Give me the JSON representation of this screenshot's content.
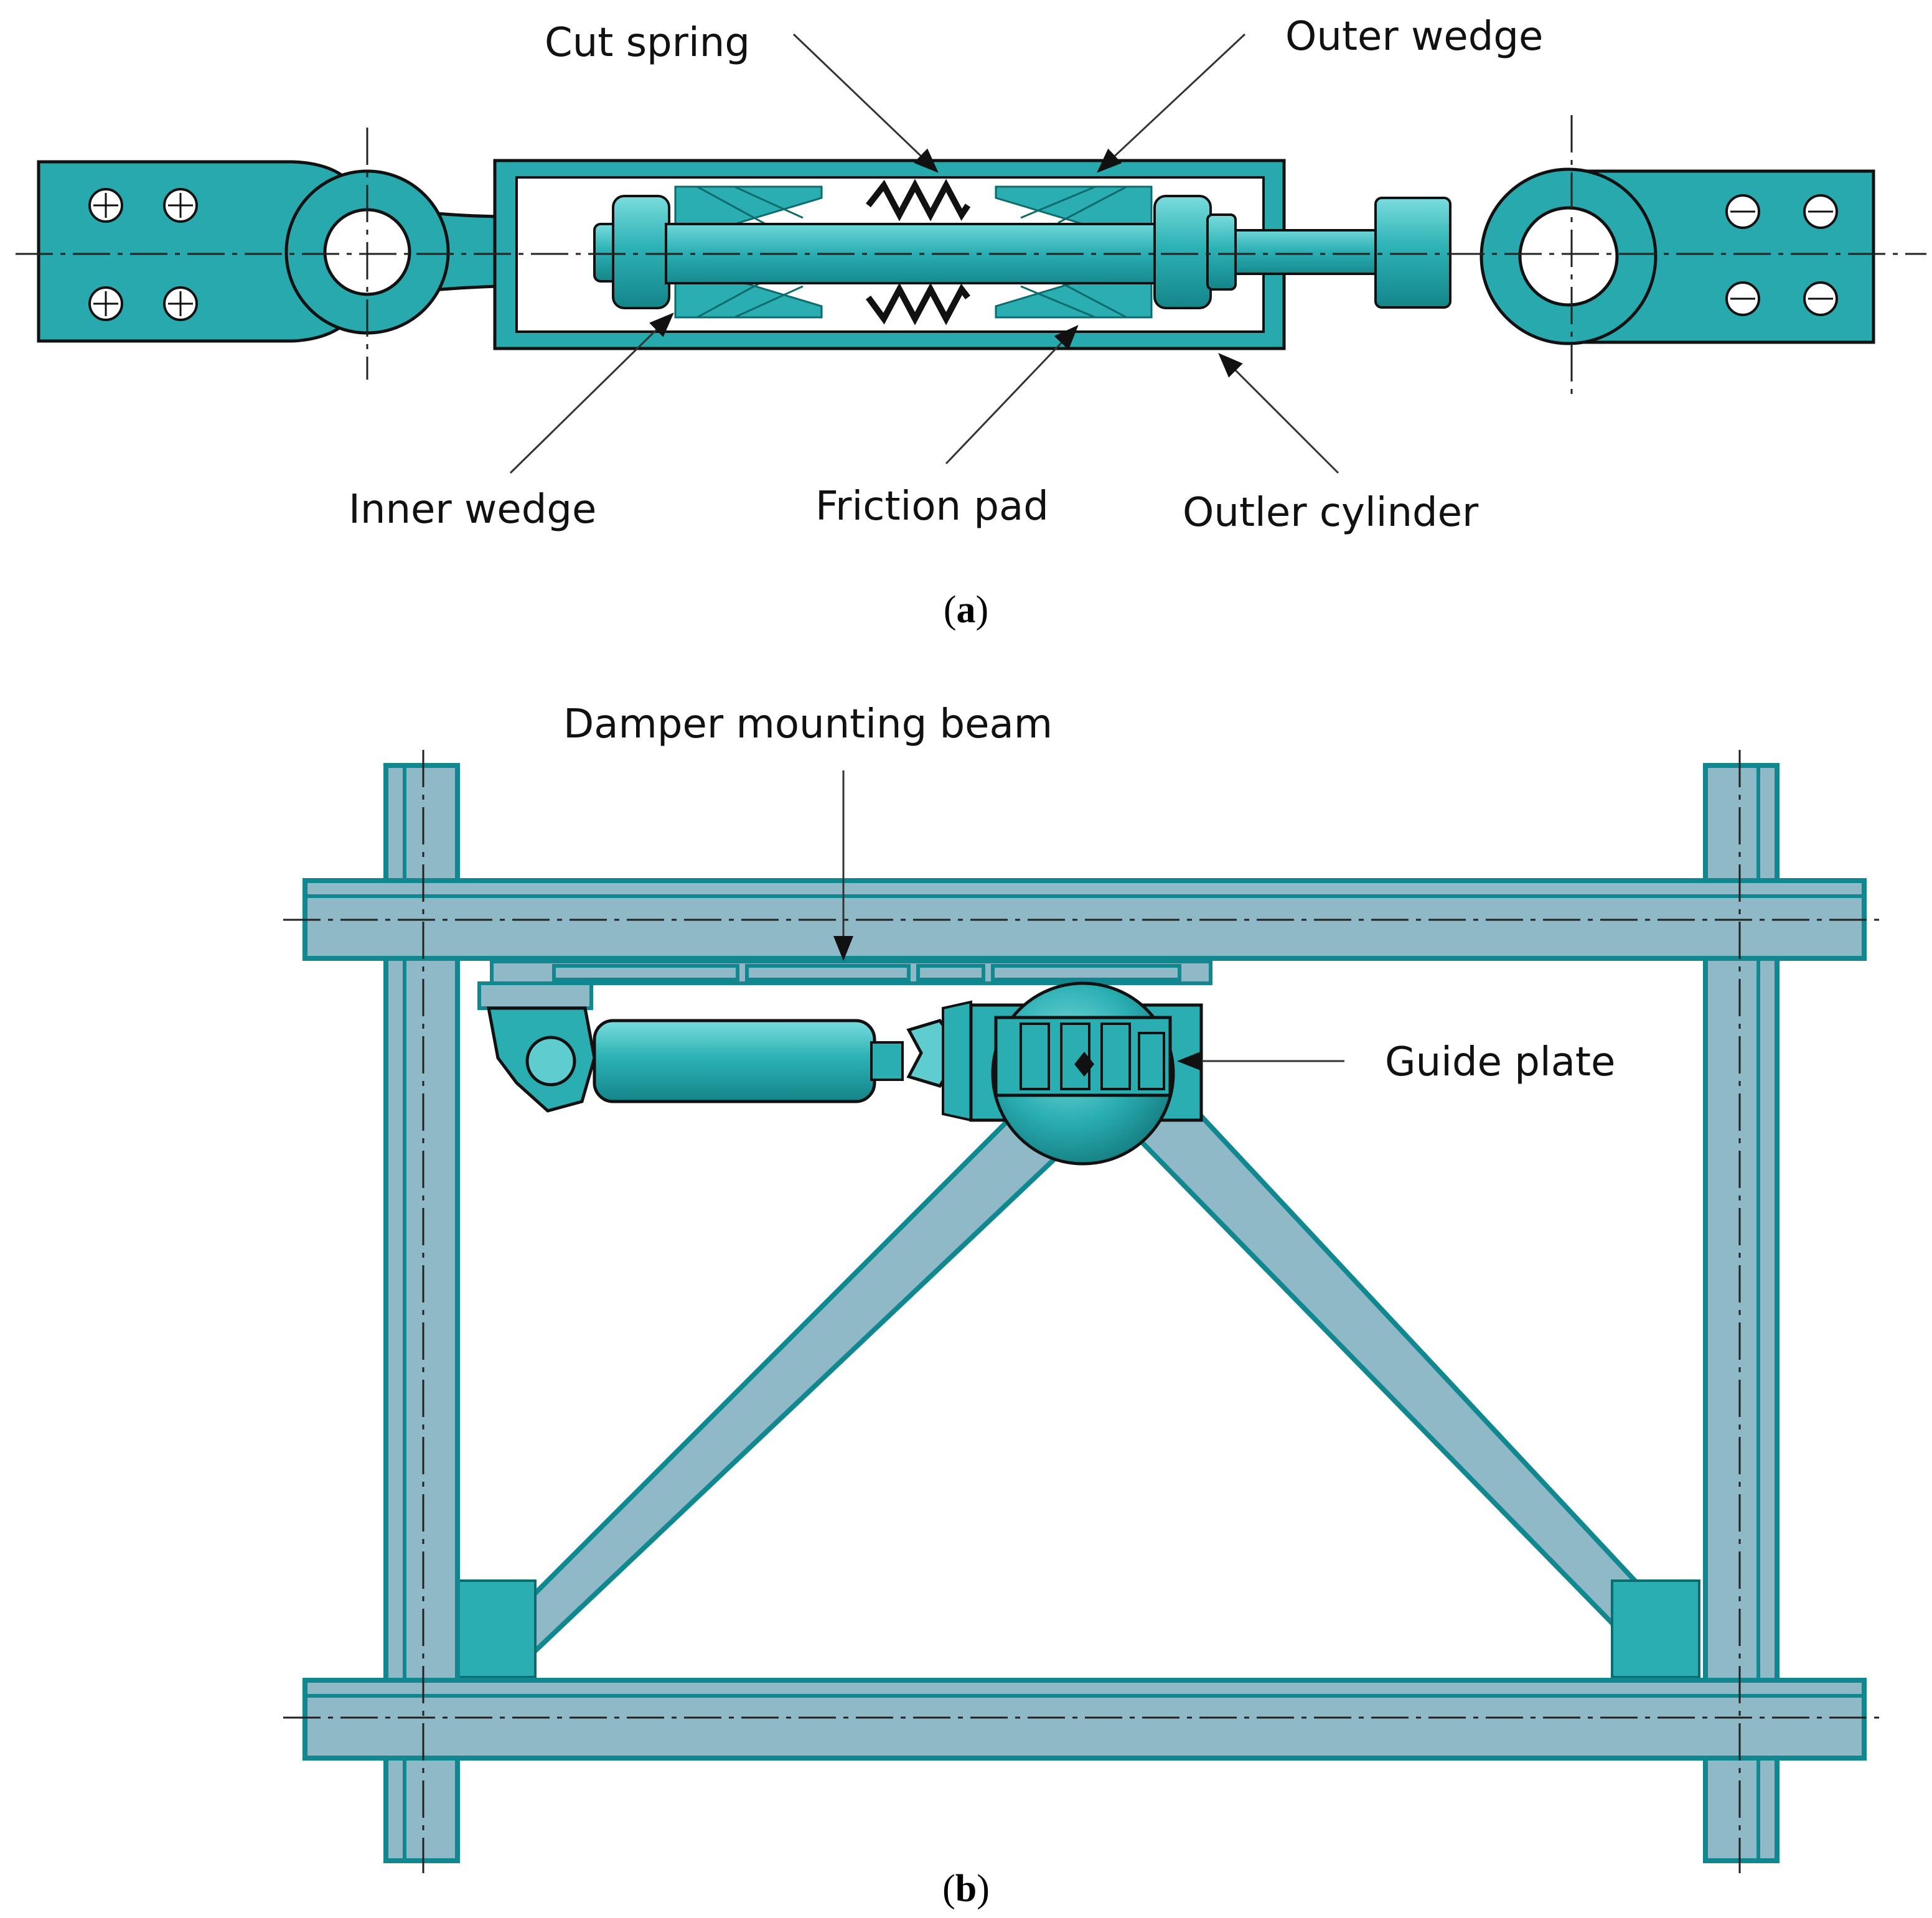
{
  "colors": {
    "part_teal": "#27a9ad",
    "part_teal_light": "#5fcdd0",
    "part_teal_dark": "#168a8e",
    "frame_fill": "#8fb9c6",
    "frame_edge": "#11878f",
    "outline": "#111111"
  },
  "panel_a": {
    "labels": {
      "cut_spring": "Cut spring",
      "outer_wedge": "Outer wedge",
      "inner_wedge": "Inner wedge",
      "friction_pad": "Friction pad",
      "outer_cylinder": "Outler cylinder"
    },
    "caption": {
      "open": "(",
      "letter": "a",
      "close": ")"
    }
  },
  "panel_b": {
    "labels": {
      "damper_mounting_beam": "Damper mounting beam",
      "guide_plate": "Guide plate"
    },
    "caption": {
      "open": "(",
      "letter": "b",
      "close": ")"
    }
  }
}
